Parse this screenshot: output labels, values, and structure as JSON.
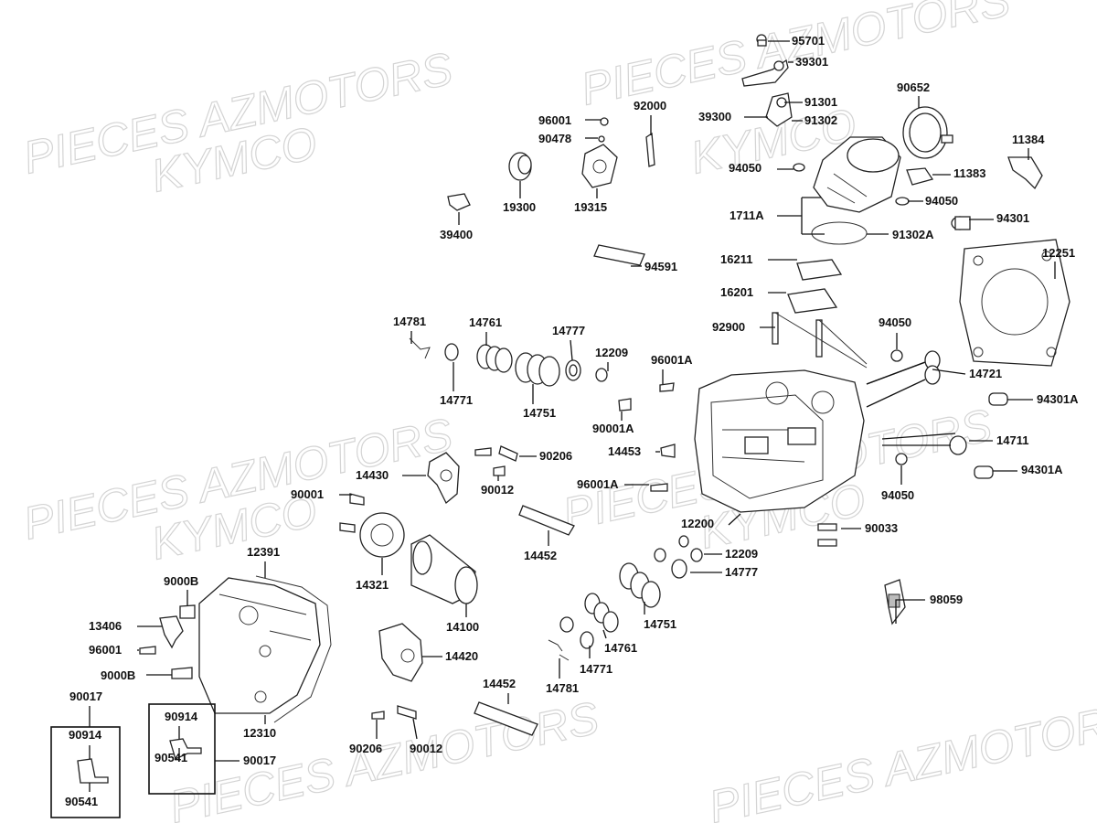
{
  "watermarks": [
    "PIECES AZMOTORS",
    "KYMCO"
  ],
  "labels": [
    {
      "id": "p95701",
      "text": "95701"
    },
    {
      "id": "p39301",
      "text": "39301"
    },
    {
      "id": "p91301",
      "text": "91301"
    },
    {
      "id": "p39300",
      "text": "39300"
    },
    {
      "id": "p91302",
      "text": "91302"
    },
    {
      "id": "p90652",
      "text": "90652"
    },
    {
      "id": "p11384",
      "text": "11384"
    },
    {
      "id": "p11383",
      "text": "11383"
    },
    {
      "id": "p94050a",
      "text": "94050"
    },
    {
      "id": "p94050b",
      "text": "94050"
    },
    {
      "id": "p1711A",
      "text": "1711A"
    },
    {
      "id": "p91302A",
      "text": "91302A"
    },
    {
      "id": "p94301",
      "text": "94301"
    },
    {
      "id": "p92000",
      "text": "92000"
    },
    {
      "id": "p96001top",
      "text": "96001"
    },
    {
      "id": "p90478",
      "text": "90478"
    },
    {
      "id": "p19300",
      "text": "19300"
    },
    {
      "id": "p19315",
      "text": "19315"
    },
    {
      "id": "p39400",
      "text": "39400"
    },
    {
      "id": "p94591",
      "text": "94591"
    },
    {
      "id": "p16211",
      "text": "16211"
    },
    {
      "id": "p16201",
      "text": "16201"
    },
    {
      "id": "p12251",
      "text": "12251"
    },
    {
      "id": "p92900",
      "text": "92900"
    },
    {
      "id": "p94050c",
      "text": "94050"
    },
    {
      "id": "p14721",
      "text": "14721"
    },
    {
      "id": "p94301Aa",
      "text": "94301A"
    },
    {
      "id": "p14711",
      "text": "14711"
    },
    {
      "id": "p94301Ab",
      "text": "94301A"
    },
    {
      "id": "p94050d",
      "text": "94050"
    },
    {
      "id": "p14781a",
      "text": "14781"
    },
    {
      "id": "p14761a",
      "text": "14761"
    },
    {
      "id": "p14777a",
      "text": "14777"
    },
    {
      "id": "p12209a",
      "text": "12209"
    },
    {
      "id": "p14771a",
      "text": "14771"
    },
    {
      "id": "p14751a",
      "text": "14751"
    },
    {
      "id": "p96001Aa",
      "text": "96001A"
    },
    {
      "id": "p90001A",
      "text": "90001A"
    },
    {
      "id": "p14453",
      "text": "14453"
    },
    {
      "id": "p96001Ab",
      "text": "96001A"
    },
    {
      "id": "p90206a",
      "text": "90206"
    },
    {
      "id": "p90012a",
      "text": "90012"
    },
    {
      "id": "p14430",
      "text": "14430"
    },
    {
      "id": "p90001",
      "text": "90001"
    },
    {
      "id": "p14452a",
      "text": "14452"
    },
    {
      "id": "p12200",
      "text": "12200"
    },
    {
      "id": "p90033",
      "text": "90033"
    },
    {
      "id": "p12209b",
      "text": "12209"
    },
    {
      "id": "p14777b",
      "text": "14777"
    },
    {
      "id": "p14321",
      "text": "14321"
    },
    {
      "id": "p12391",
      "text": "12391"
    },
    {
      "id": "p9000Ba",
      "text": "9000B"
    },
    {
      "id": "p13406",
      "text": "13406"
    },
    {
      "id": "p96001b",
      "text": "96001"
    },
    {
      "id": "p9000Bb",
      "text": "9000B"
    },
    {
      "id": "p14100",
      "text": "14100"
    },
    {
      "id": "p14751b",
      "text": "14751"
    },
    {
      "id": "p98059",
      "text": "98059"
    },
    {
      "id": "p14761b",
      "text": "14761"
    },
    {
      "id": "p14420",
      "text": "14420"
    },
    {
      "id": "p14771b",
      "text": "14771"
    },
    {
      "id": "p14781b",
      "text": "14781"
    },
    {
      "id": "p14452b",
      "text": "14452"
    },
    {
      "id": "p12310",
      "text": "12310"
    },
    {
      "id": "p90017a",
      "text": "90017"
    },
    {
      "id": "p90914a",
      "text": "90914"
    },
    {
      "id": "p90541a",
      "text": "90541"
    },
    {
      "id": "p90914b",
      "text": "90914"
    },
    {
      "id": "p90541b",
      "text": "90541"
    },
    {
      "id": "p90017b",
      "text": "90017"
    },
    {
      "id": "p90206b",
      "text": "90206"
    },
    {
      "id": "p90012b",
      "text": "90012"
    }
  ]
}
